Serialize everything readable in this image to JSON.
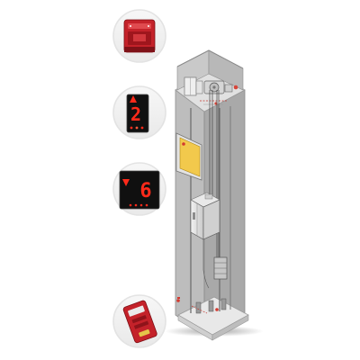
{
  "colors": {
    "background": "#ffffff",
    "shaft_wall_left": "#bdbdbd",
    "shaft_wall_right": "#a7a7a7",
    "shaft_top": "#dcdcdc",
    "circle_border": "#e3e3e3",
    "panel_red": "#c4222a",
    "display_digit": "#ff2a1a",
    "display_bg": "#101010",
    "door_yellow": "#f2c94c"
  },
  "callouts": [
    {
      "name": "control-cabinet",
      "icon": "red-panel-icon"
    },
    {
      "name": "floor-indicator-up",
      "icon": "up-arrow-icon",
      "digit": "2"
    },
    {
      "name": "floor-indicator-down",
      "icon": "down-arrow-icon",
      "digit": "6"
    },
    {
      "name": "call-station",
      "icon": "red-box-icon"
    }
  ]
}
